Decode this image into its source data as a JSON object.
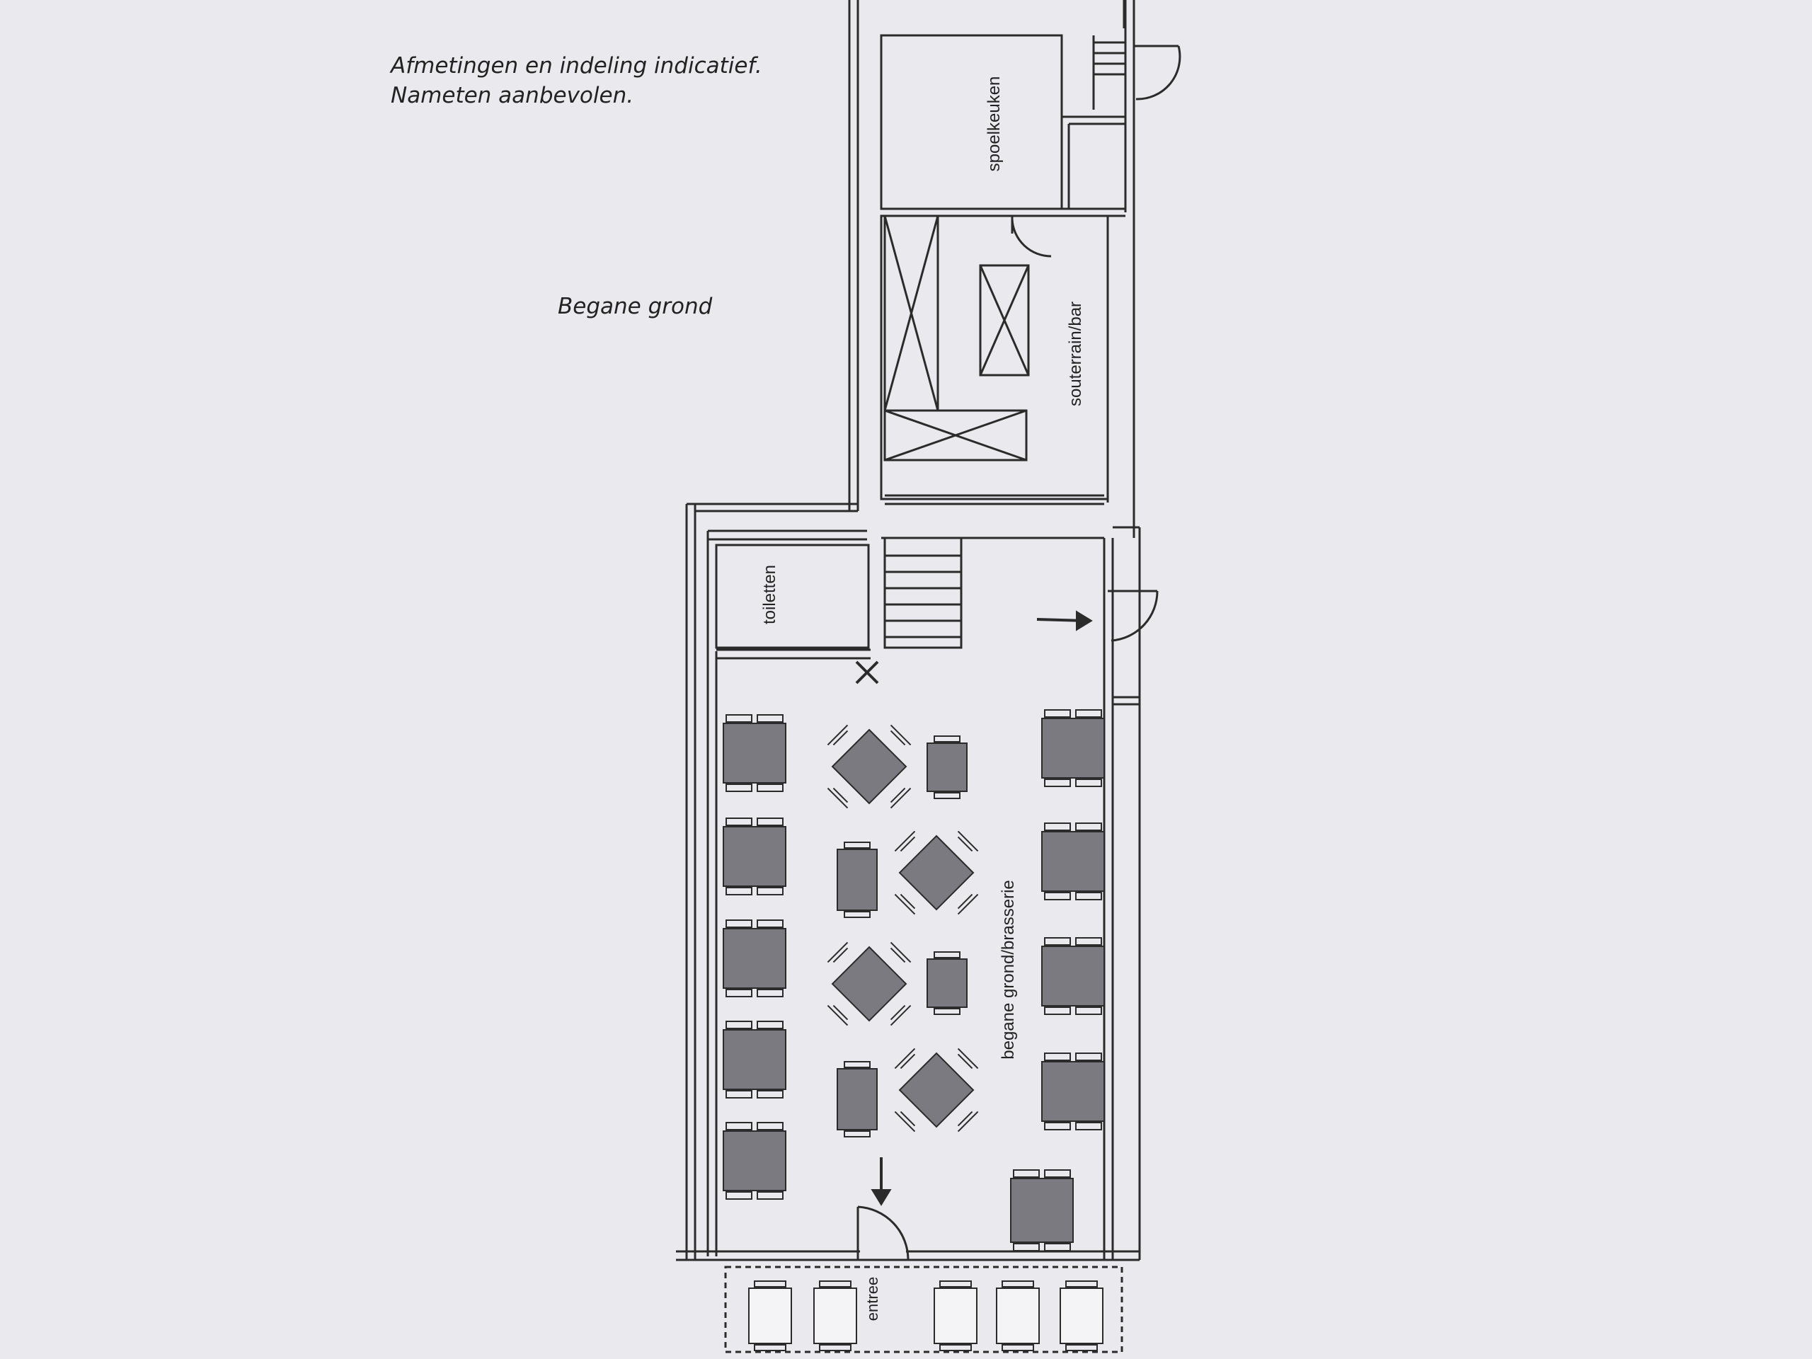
{
  "notes": {
    "disclaimer_line1": "Afmetingen en indeling indicatief.",
    "disclaimer_line2": "Nameten aanbevolen.",
    "floor_title": "Begane grond"
  },
  "rooms": {
    "spoelkeuken": "spoelkeuken",
    "souterrain_bar": "souterrain/bar",
    "toiletten": "toiletten",
    "brasserie": "begane grond/brasserie",
    "entree": "entree"
  },
  "colors": {
    "background": "#e9e9ee",
    "line": "#2b2b2b",
    "table_fill": "#7a7a80"
  }
}
